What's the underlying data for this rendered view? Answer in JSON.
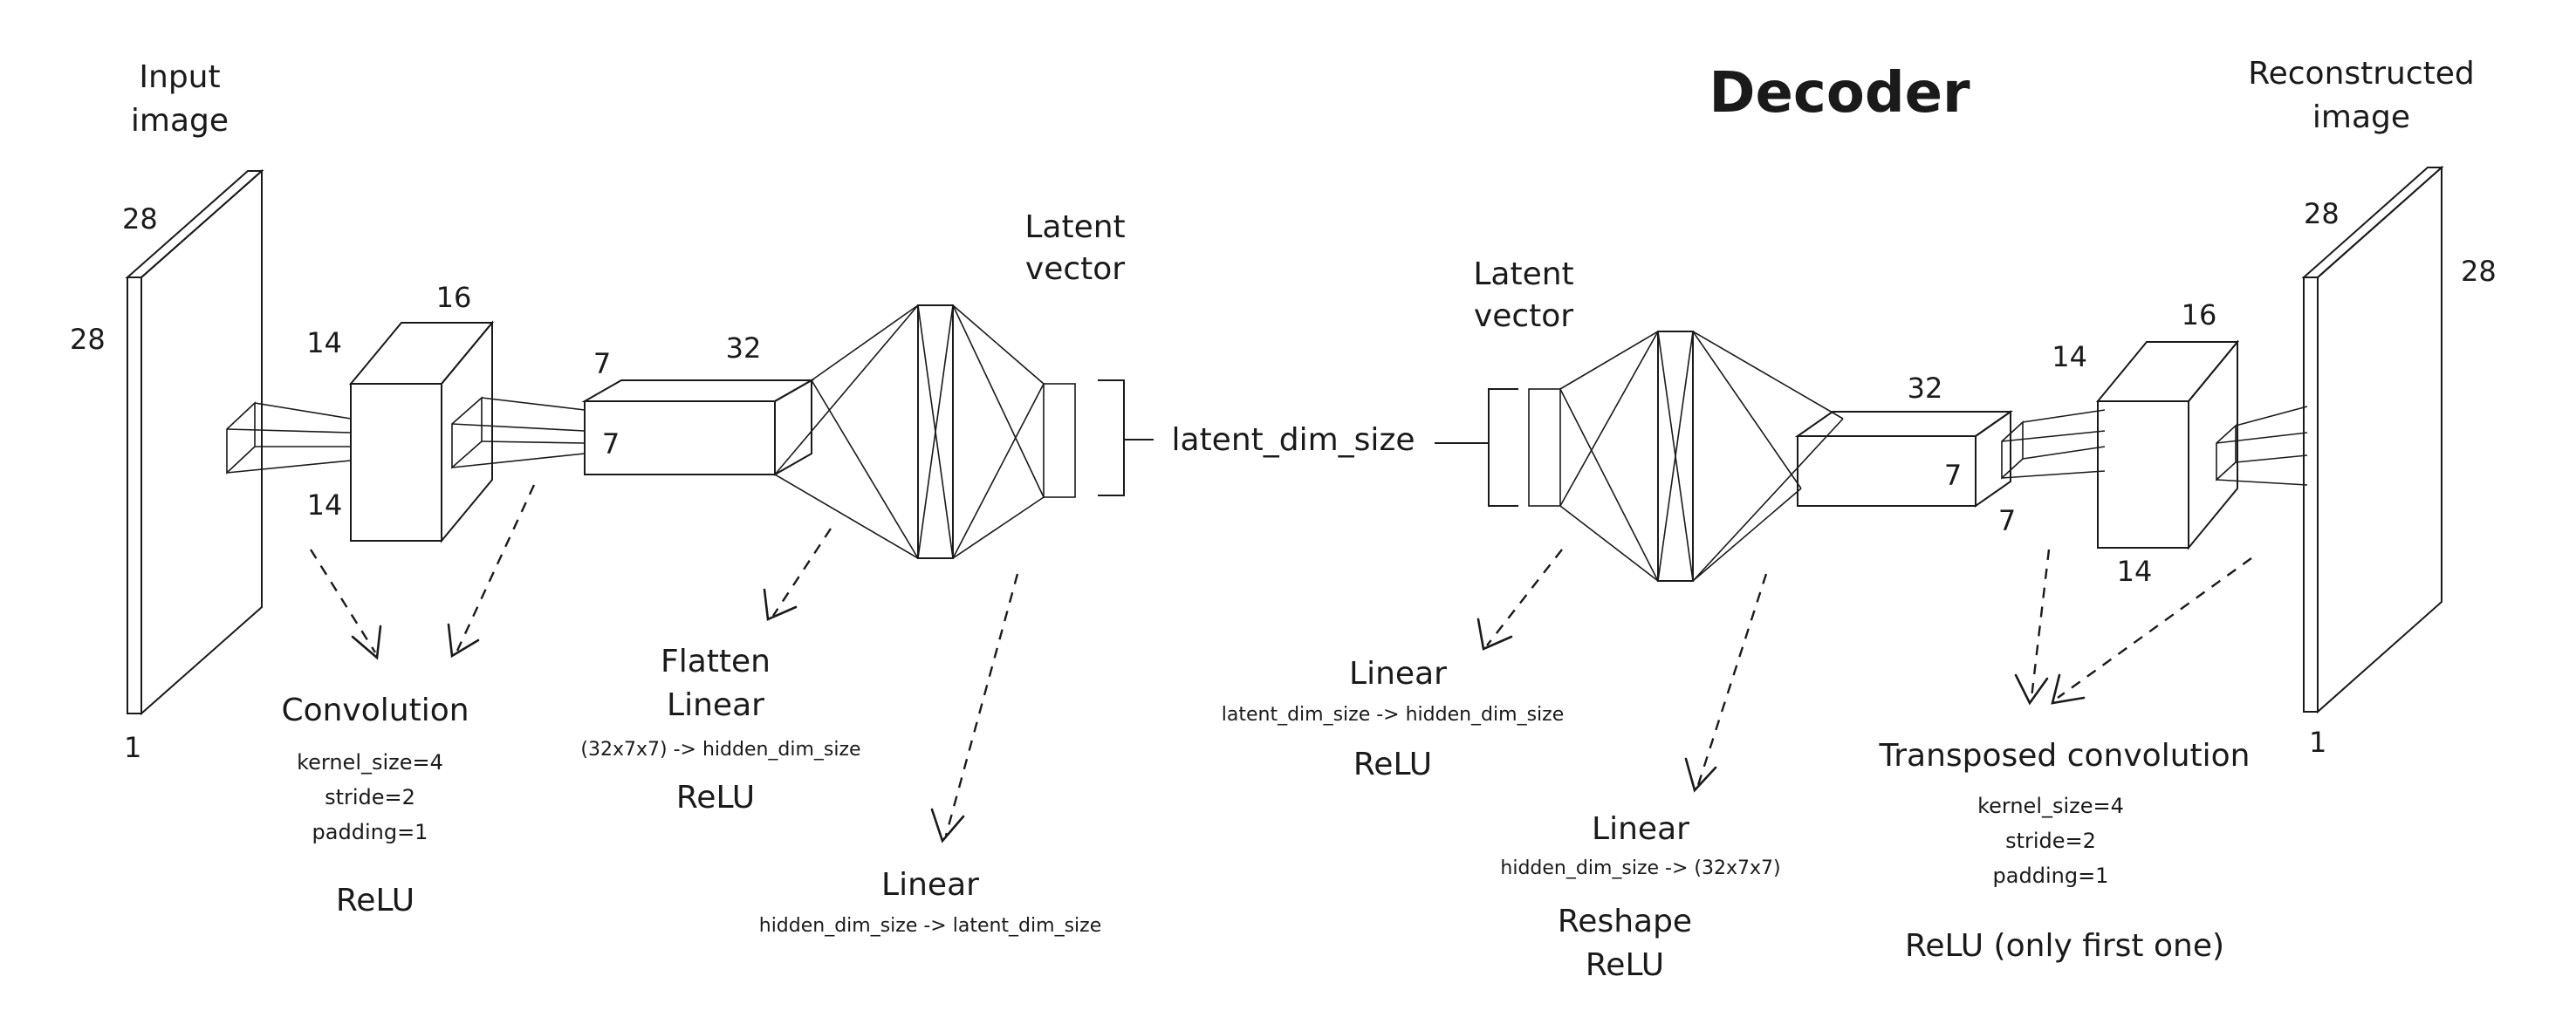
{
  "title": "Decoder",
  "colors": {
    "encoder_front": "#f4b400",
    "encoder_side": "#c89d00",
    "encoder_top": "#ffc61a",
    "decoder_front": "#5eaefb",
    "decoder_side": "#3a86d8",
    "decoder_top": "#8cc6ff",
    "latent_hatch": "#e06666",
    "latent_fill": "#fbe3e3"
  },
  "encoder": {
    "input_label": [
      "Input",
      "image"
    ],
    "input_dims": {
      "height": "28",
      "width": "28",
      "depth": "1"
    },
    "conv_dims": {
      "top": "16",
      "left": "14",
      "bottom": "14"
    },
    "flat_dims": {
      "left": "7",
      "front": "7",
      "top": "32"
    },
    "latent_label": [
      "Latent",
      "vector"
    ],
    "conv_block": {
      "title": "Convolution",
      "params": [
        "kernel_size=4",
        "stride=2",
        "padding=1"
      ],
      "activation": "ReLU"
    },
    "flatten_block": {
      "title1": "Flatten",
      "title2": "Linear",
      "mapping": "(32x7x7) -> hidden_dim_size",
      "activation": "ReLU"
    },
    "linear_block": {
      "title": "Linear",
      "mapping": "hidden_dim_size -> latent_dim_size"
    }
  },
  "latent_dim_label": "latent_dim_size",
  "decoder": {
    "latent_label": [
      "Latent",
      "vector"
    ],
    "flat_dims": {
      "top": "32",
      "front": "7",
      "bottom": "7"
    },
    "conv_dims": {
      "top": "16",
      "left": "14",
      "bottom": "14"
    },
    "output_label": [
      "Reconstructed",
      "image"
    ],
    "output_dims": {
      "height": "28",
      "width": "28",
      "depth": "1"
    },
    "linear1_block": {
      "title": "Linear",
      "mapping": "latent_dim_size -> hidden_dim_size",
      "activation": "ReLU"
    },
    "linear2_block": {
      "title": "Linear",
      "mapping": "hidden_dim_size -> (32x7x7)",
      "reshape": "Reshape",
      "activation": "ReLU"
    },
    "tconv_block": {
      "title": "Transposed convolution",
      "params": [
        "kernel_size=4",
        "stride=2",
        "padding=1"
      ],
      "activation": "ReLU (only first one)"
    }
  }
}
